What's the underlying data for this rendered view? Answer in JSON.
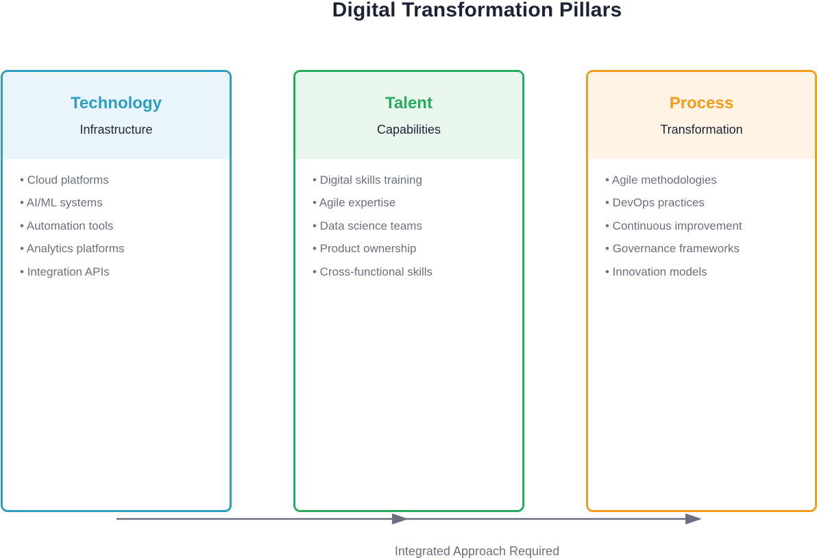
{
  "title": "Digital Transformation Pillars",
  "pillars": [
    {
      "name": "Technology",
      "subtitle": "Infrastructure",
      "accent": "#2c9fc0",
      "header_bg": "#e9f5fb",
      "items": [
        "Cloud platforms",
        "AI/ML systems",
        "Automation tools",
        "Analytics platforms",
        "Integration APIs"
      ]
    },
    {
      "name": "Talent",
      "subtitle": "Capabilities",
      "accent": "#27ac5e",
      "header_bg": "#e8f6ed",
      "items": [
        "Digital skills training",
        "Agile expertise",
        "Data science teams",
        "Product ownership",
        "Cross-functional skills"
      ]
    },
    {
      "name": "Process",
      "subtitle": "Transformation",
      "accent": "#f29c1c",
      "header_bg": "#fef3e5",
      "items": [
        "Agile methodologies",
        "DevOps practices",
        "Continuous improvement",
        "Governance frameworks",
        "Innovation models"
      ]
    }
  ],
  "footer": {
    "caption": "Integrated Approach Required",
    "arrow_color": "#6b7080"
  },
  "colors": {
    "title": "#1e2235",
    "muted_text": "#6b7080"
  }
}
